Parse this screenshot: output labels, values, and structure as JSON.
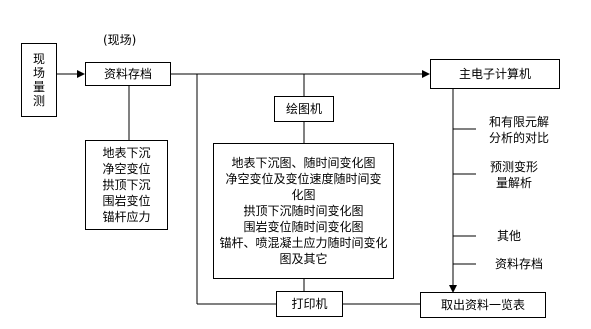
{
  "diagram": {
    "field_measure": [
      "现",
      "场",
      "量",
      "测"
    ],
    "on_site_note": "(现场)",
    "archive_box": "资料存档",
    "main_computer": "主电子计算机",
    "plotter": "绘图机",
    "printer": "打印机",
    "output_list": "取出资料一览表",
    "left_items": [
      "地表下沉",
      "净空变位",
      "拱顶下沉",
      "围岩变位",
      "锚杆应力"
    ],
    "plot_items": [
      "地表下沉图、随时间变化图",
      "净空变位及变位速度随时间变",
      "化图",
      "拱顶下沉随时间变化图",
      "围岩变位随时间变化图",
      "锚杆、喷混凝土应力随时间变化",
      "图及其它"
    ],
    "right_items": [
      "和有限元解",
      "分析的对比",
      "预测变形",
      "量解析",
      "其他",
      "资料存档"
    ]
  }
}
